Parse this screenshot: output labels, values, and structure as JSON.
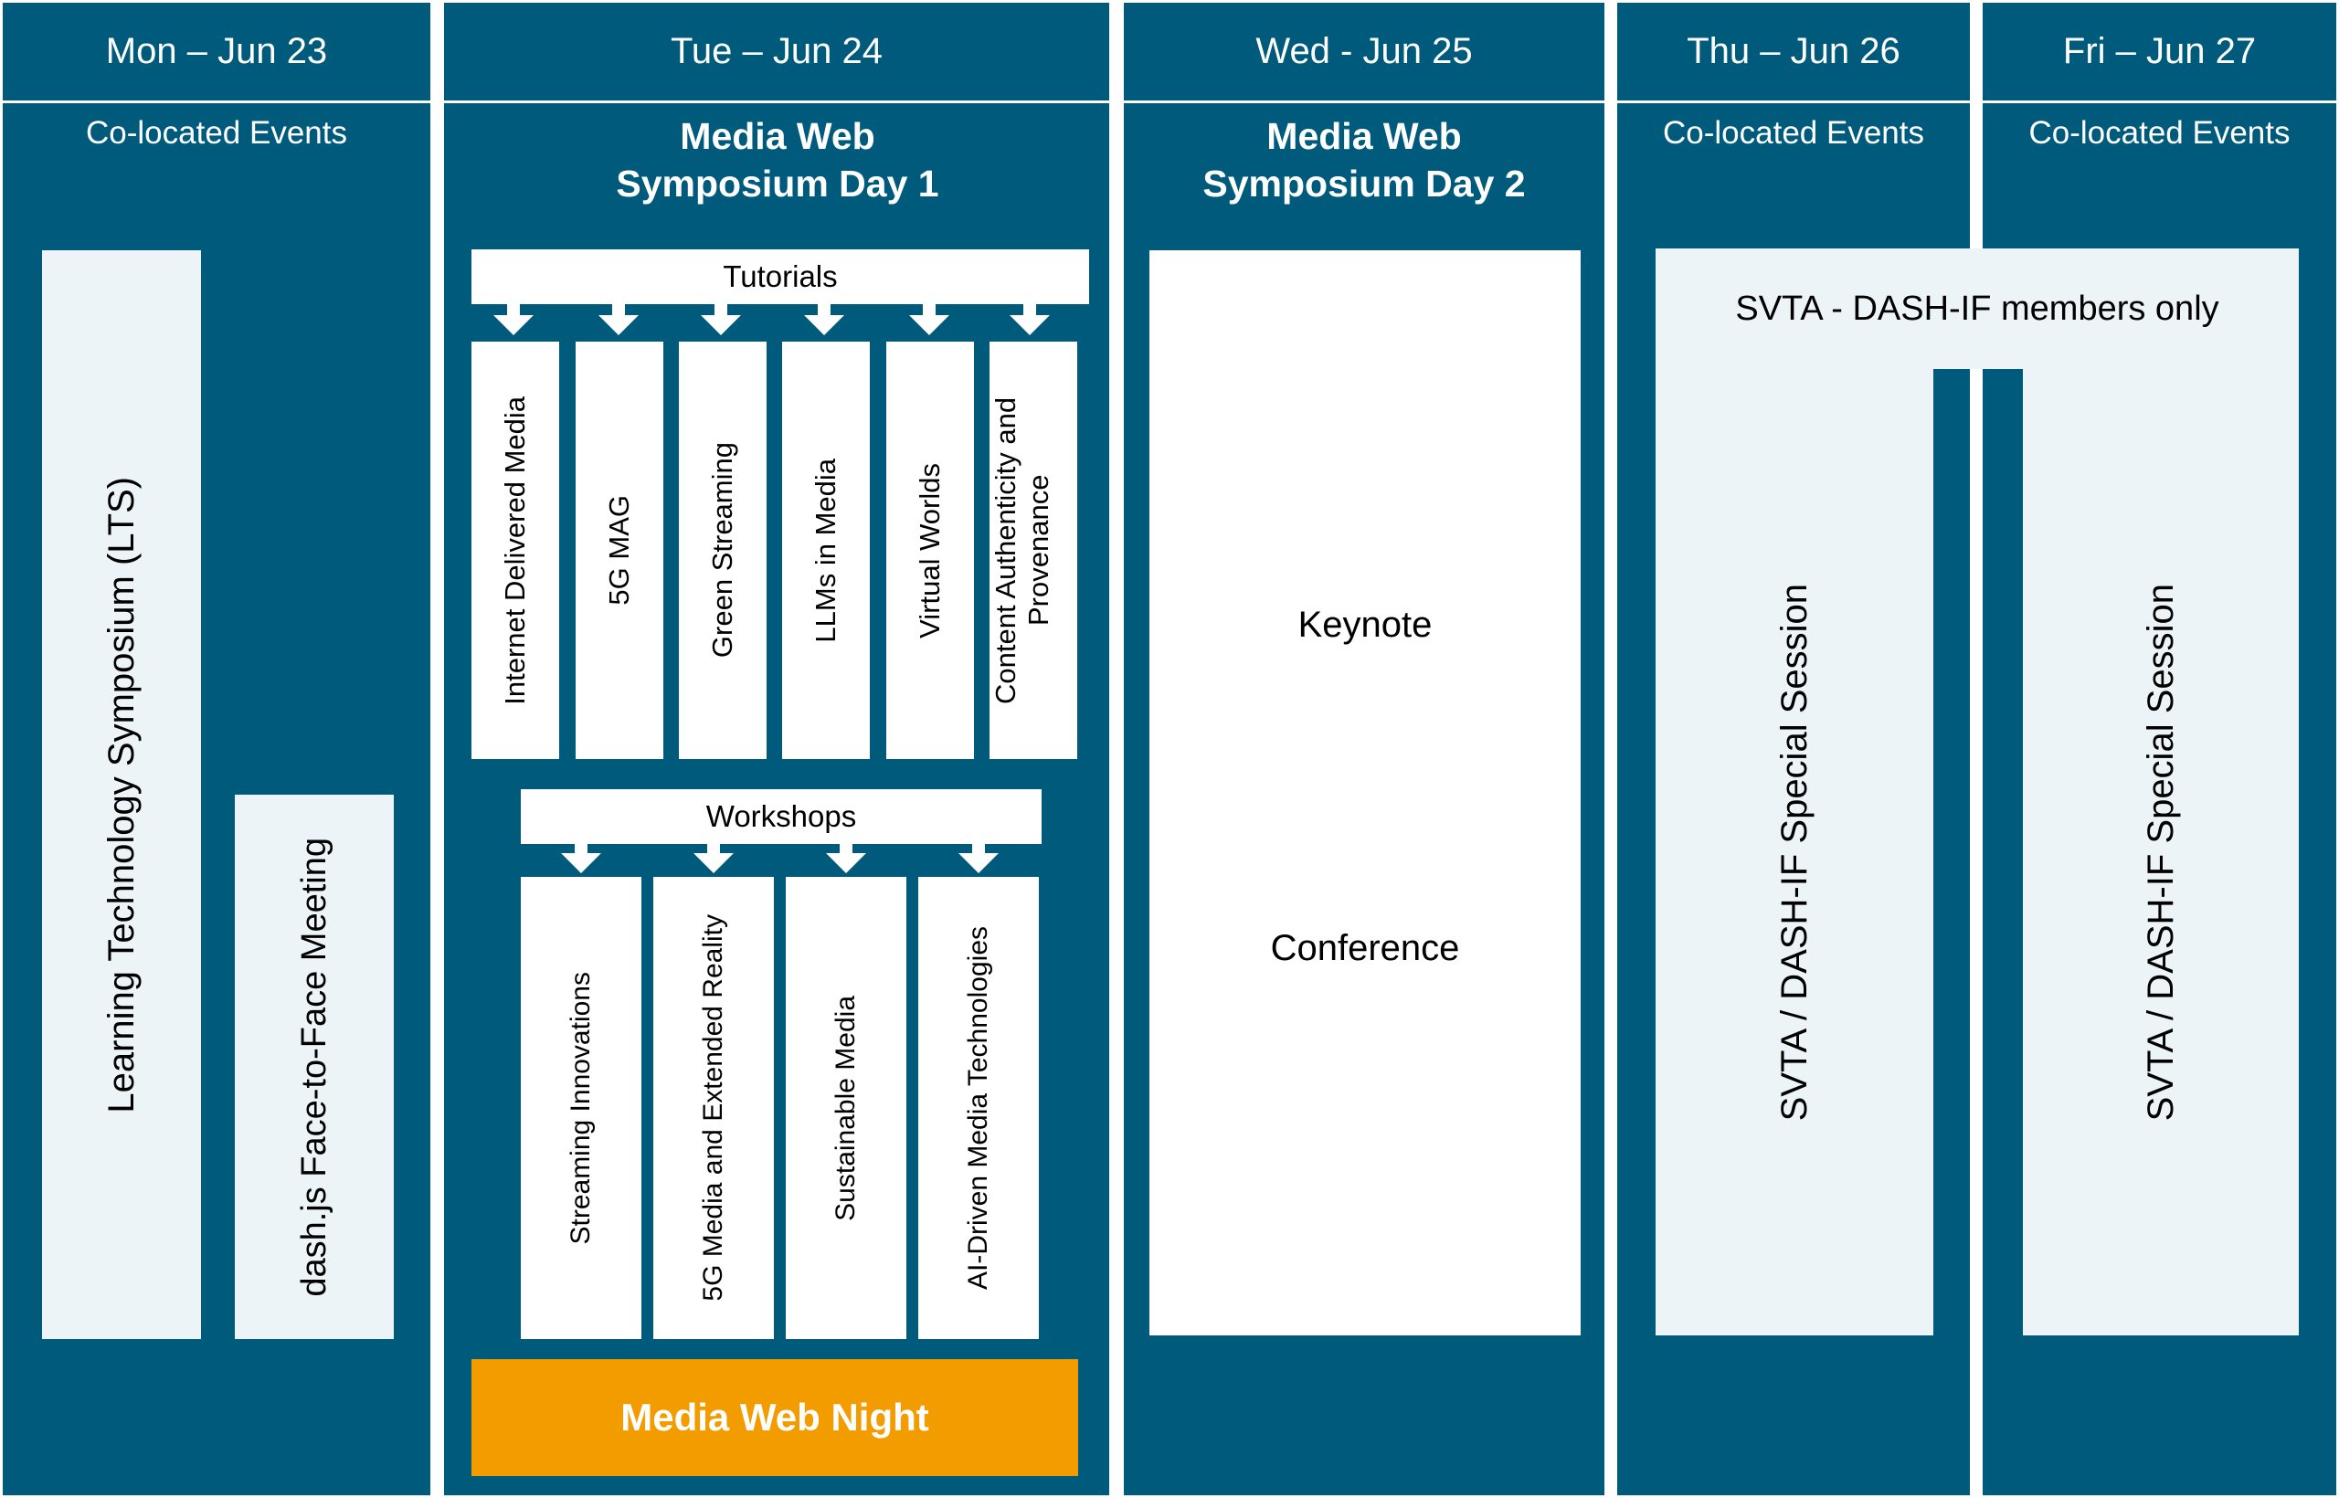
{
  "days": [
    {
      "header": "Mon – Jun 23",
      "subtitle": "Co-located Events"
    },
    {
      "header": "Tue – Jun 24",
      "subtitle": "Media Web Symposium Day 1"
    },
    {
      "header": "Wed - Jun 25",
      "subtitle": "Media Web Symposium Day 2"
    },
    {
      "header": "Thu – Jun 26",
      "subtitle": "Co-located Events"
    },
    {
      "header": "Fri – Jun 27",
      "subtitle": "Co-located Events"
    }
  ],
  "mon": {
    "lts": "Learning Technology Symposium (LTS)",
    "dashjs": "dash.js Face-to-Face Meeting"
  },
  "tue": {
    "tutorials_label": "Tutorials",
    "tutorials": [
      "Internet Delivered Media",
      "5G MAG",
      "Green Streaming",
      "LLMs in Media",
      "Virtual Worlds",
      "Content Authenticity and Provenance"
    ],
    "workshops_label": "Workshops",
    "workshops": [
      "Streaming Innovations",
      "5G Media and Extended Reality",
      "Sustainable Media",
      "AI-Driven Media Technologies"
    ],
    "night": "Media Web Night"
  },
  "wed": {
    "keynote": "Keynote",
    "conference": "Conference"
  },
  "thu_fri": {
    "members_banner": "SVTA - DASH-IF members only",
    "thu_session": "SVTA / DASH-IF Special Session",
    "fri_session": "SVTA / DASH-IF Special Session"
  },
  "colors": {
    "column": "#005a7c",
    "light_box": "#edf4f7",
    "night": "#f39c00"
  }
}
